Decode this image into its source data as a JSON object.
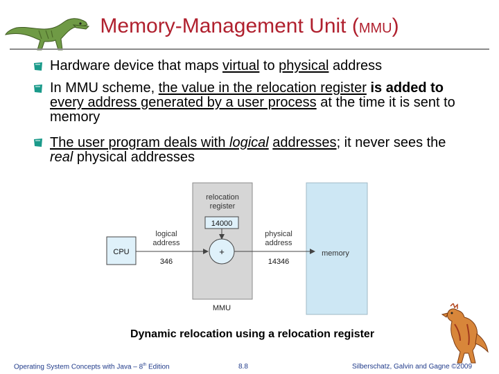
{
  "title": {
    "main": "Memory-Management Unit (",
    "abbr": "MMU",
    "close": ")"
  },
  "bullets": [
    {
      "parts": [
        "Hardware device that maps ",
        "virtual",
        " to ",
        "physical",
        " address"
      ]
    },
    {
      "parts": [
        "In MMU scheme, ",
        "the value in the relocation register",
        " ",
        "is added to",
        " ",
        "every address generated by a user process",
        " at the time it is sent to memory"
      ]
    },
    {
      "parts": [
        "The user program deals with ",
        "logical",
        " ",
        "addresses",
        "; it never sees the ",
        "real",
        " physical addresses"
      ]
    }
  ],
  "diagram": {
    "cpu": "CPU",
    "memory": "memory",
    "mmu": "MMU",
    "relocation_label_1": "relocation",
    "relocation_label_2": "register",
    "relocation_value": "14000",
    "logical_label_1": "logical",
    "logical_label_2": "address",
    "logical_value": "346",
    "physical_label_1": "physical",
    "physical_label_2": "address",
    "physical_value": "14346",
    "adder": "+"
  },
  "caption": "Dynamic relocation using a relocation register",
  "footer": {
    "left_a": "Operating System Concepts  with Java – 8",
    "left_sup": "th",
    "left_b": " Edition",
    "center": "8.8",
    "right": "Silberschatz, Galvin and Gagne ©2009"
  },
  "colors": {
    "title": "#b0202e",
    "bullet": "#1a9a8a",
    "mmu_box": "#d6d6d6",
    "memory_box": "#cde7f4",
    "footer": "#1f3a8a"
  }
}
